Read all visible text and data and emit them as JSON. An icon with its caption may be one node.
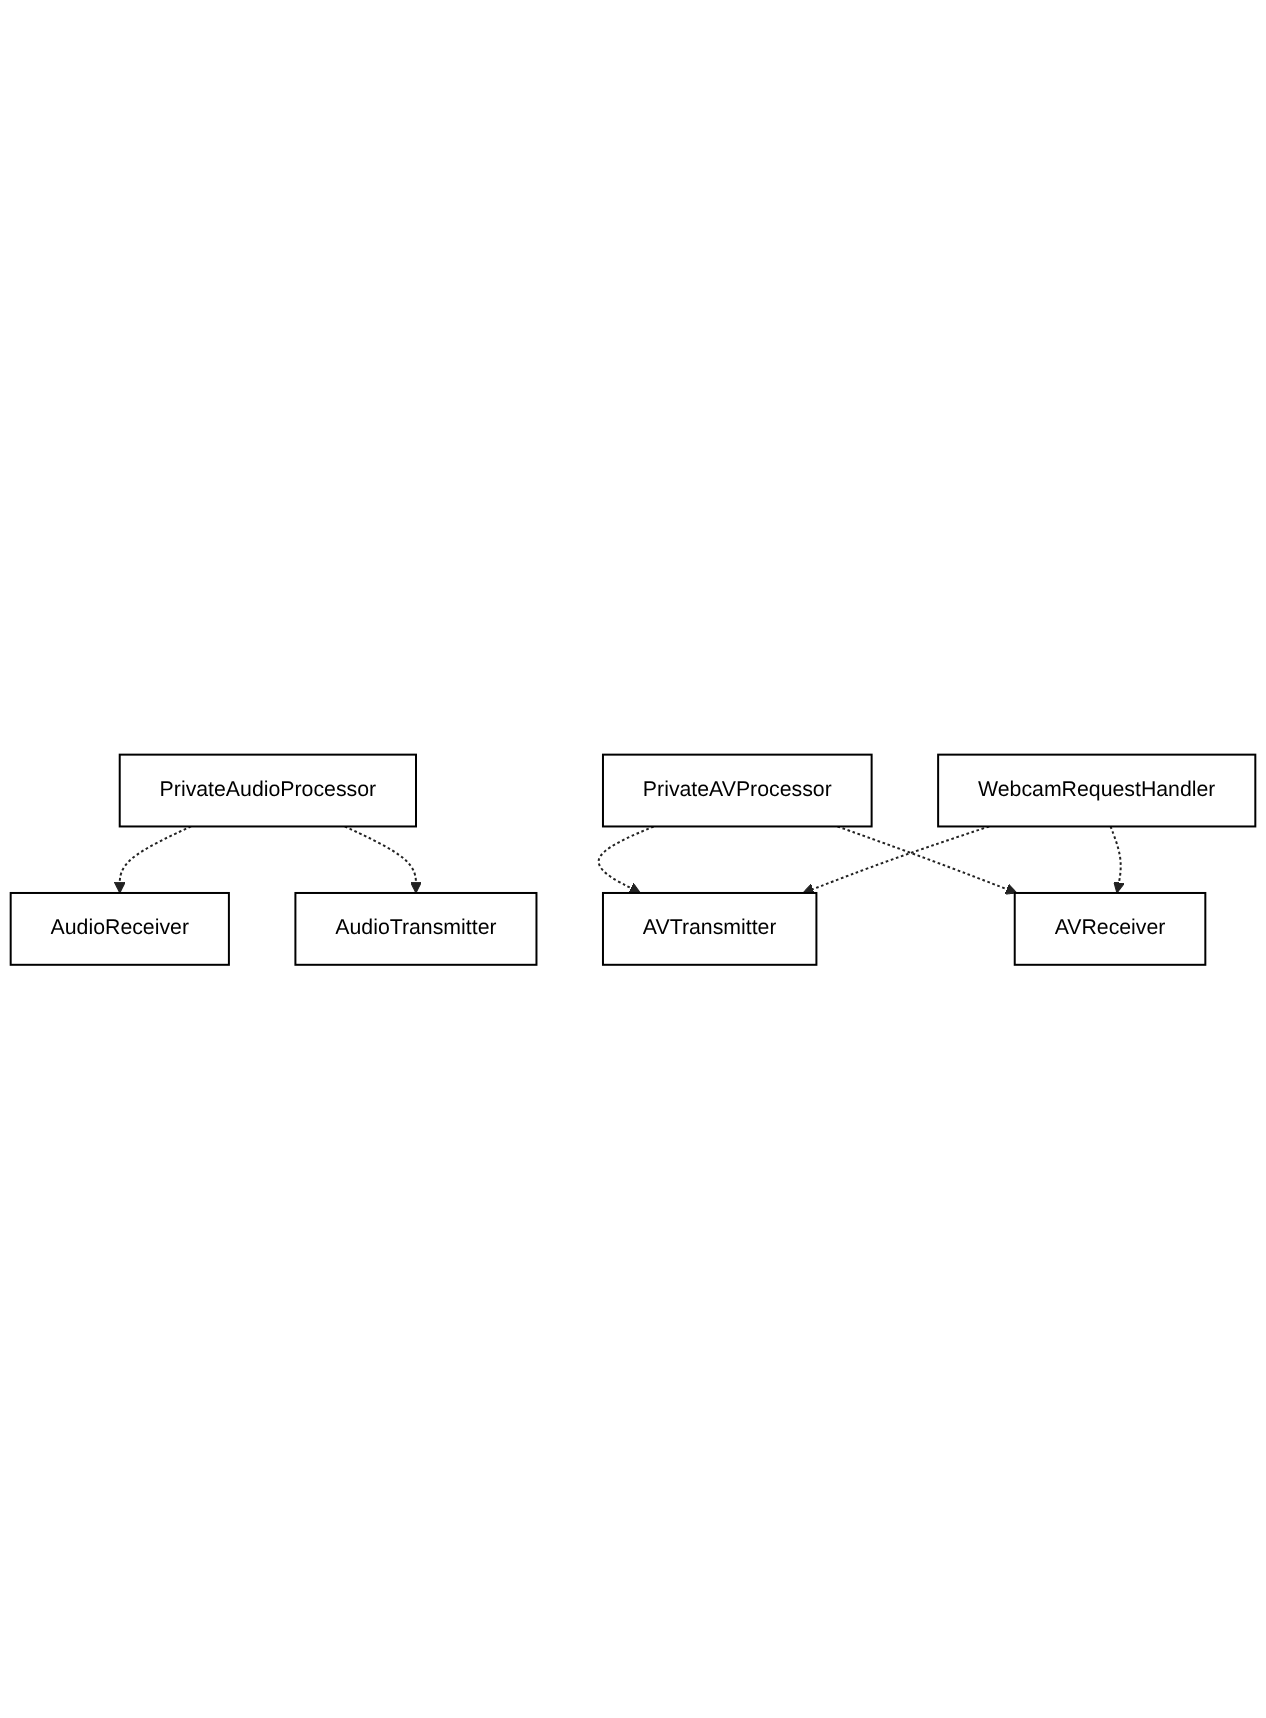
{
  "diagram": {
    "nodes": [
      {
        "text": [
          "AudioReceiver"
        ]
      },
      {
        "text": [
          "AudioTransmitter"
        ]
      },
      {
        "text": [
          "PrivateAudioProcessor"
        ]
      },
      {
        "text": [
          "PrivateAVProcessor"
        ]
      },
      {
        "text": [
          "AVTransmitter"
        ]
      },
      {
        "text": [
          "AVReceiver"
        ]
      },
      {
        "text": [
          "WebcamRequestHandler"
        ]
      }
    ],
    "edges": [
      {
        "from": 2,
        "to": 0,
        "arrow": "to",
        "style": "dashed"
      },
      {
        "from": 2,
        "to": 1,
        "arrow": "to",
        "style": "dashed"
      },
      {
        "from": 3,
        "to": 4,
        "arrow": "to",
        "style": "dashed"
      },
      {
        "from": 3,
        "to": 5,
        "arrow": "to",
        "style": "dashed"
      },
      {
        "from": 6,
        "to": 4,
        "arrow": "to",
        "style": "dashed"
      },
      {
        "from": 6,
        "to": 5,
        "arrow": "to",
        "style": "dashed"
      }
    ]
  }
}
